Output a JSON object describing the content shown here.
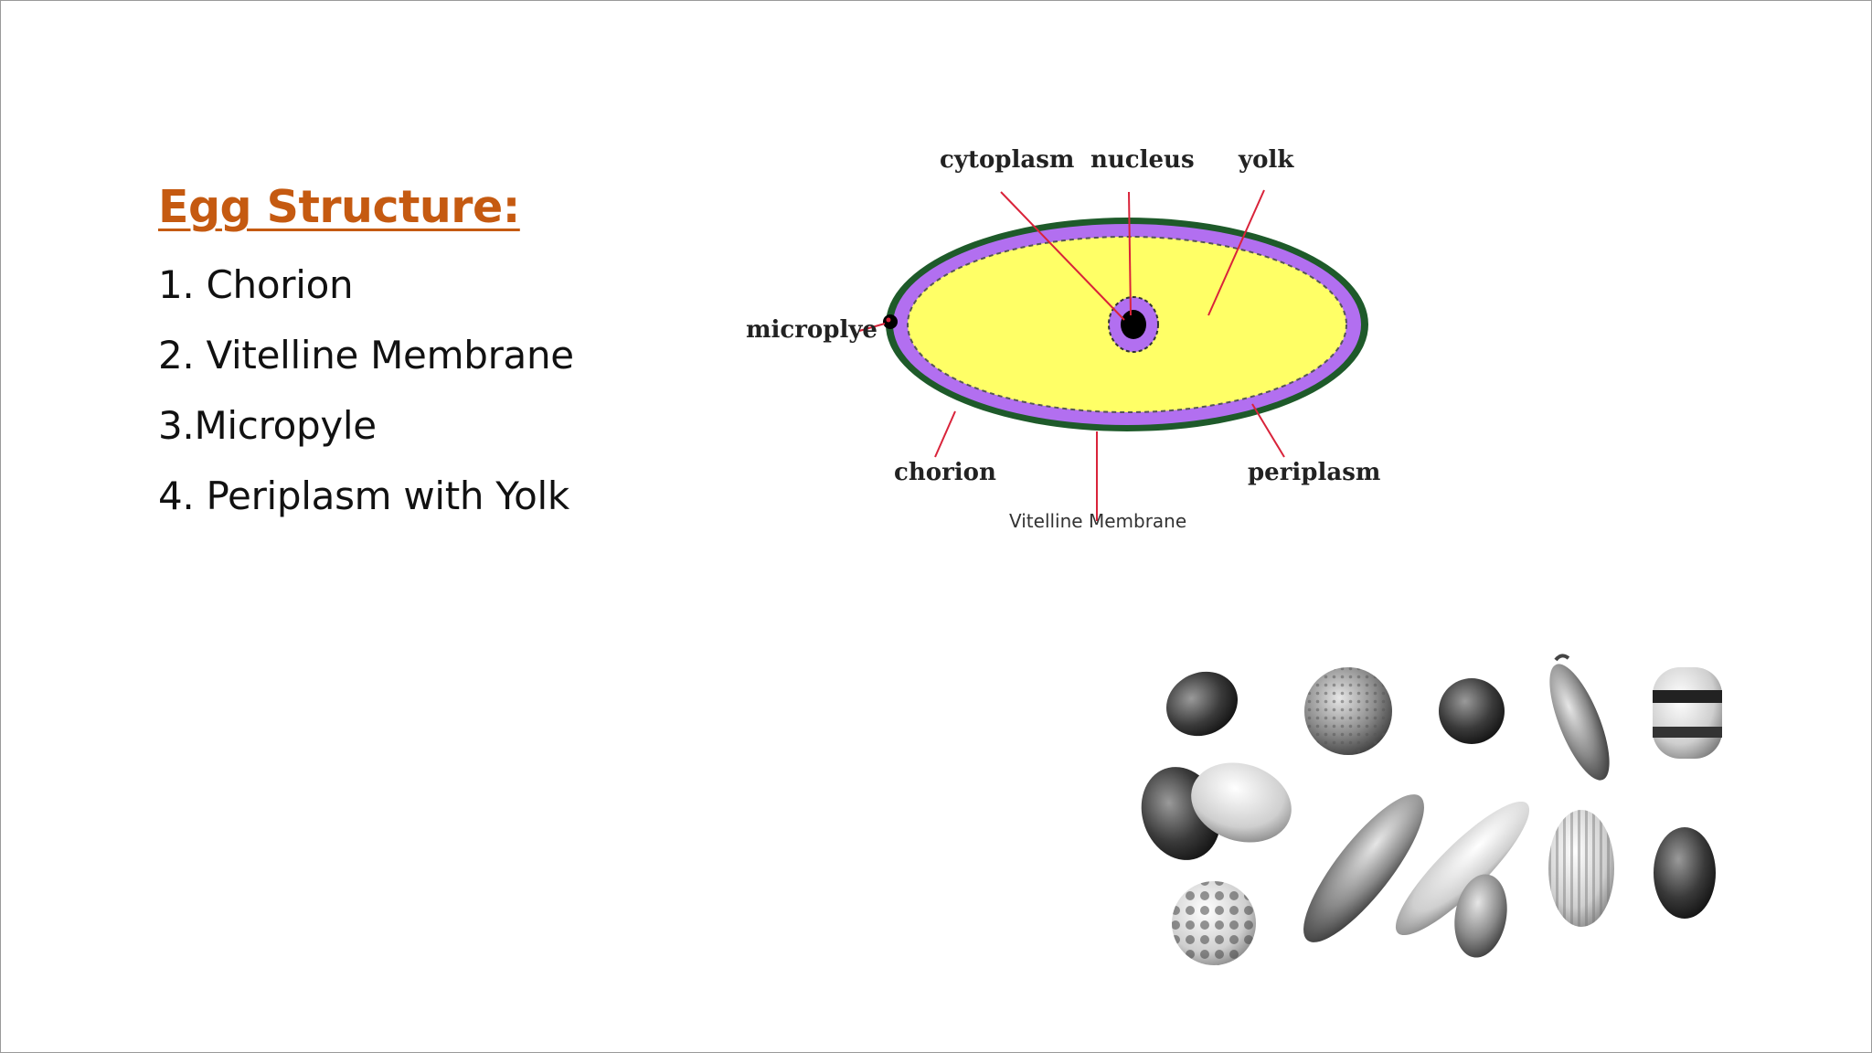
{
  "slide": {
    "title": "Egg Structure:",
    "items": [
      "1. Chorion",
      "2. Vitelline Membrane",
      "3.Micropyle",
      "4. Periplasm with Yolk"
    ]
  },
  "diagram": {
    "labels": {
      "cytoplasm": "cytoplasm",
      "nucleus": "nucleus",
      "yolk": "yolk",
      "microplye": "microplye",
      "chorion": "chorion",
      "periplasm": "periplasm",
      "vitelline": "Vitelline Membrane"
    },
    "colors": {
      "chorion": "#1e5a2a",
      "periplasm": "#b26ff0",
      "yolk": "#ffff66",
      "nucleus": "#000000",
      "pointer": "#d9233a"
    }
  },
  "colors": {
    "title": "#c55a11"
  }
}
